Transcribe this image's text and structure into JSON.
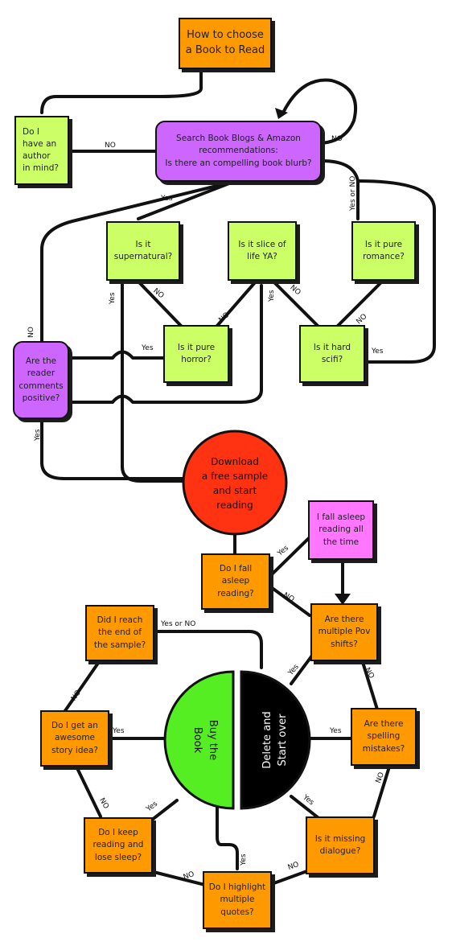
{
  "nodes": {
    "start": "How to choose\na Book to Read",
    "author": "Do I\nhave an\nauthor\nin mind?",
    "search": "Search Book Blogs & Amazon\nrecommendations:\nIs there an compelling book blurb?",
    "supernatural": "Is it\nsupernatural?",
    "slice_of_life": "Is it slice of\nlife YA?",
    "romance": "Is it pure\nromance?",
    "reader_comments": "Are the\nreader\ncomments\npositive?",
    "horror": "Is it pure\nhorror?",
    "scifi": "Is it hard\nscifi?",
    "download": "Download\na free sample\nand start\nreading",
    "fall_asleep_always": "I fall asleep\nreading all\nthe time",
    "fall_asleep": "Do I fall\nasleep\nreading?",
    "pov": "Are there\nmultiple Pov\nshifts?",
    "end_sample": "Did I reach\nthe end of\nthe sample?",
    "spelling": "Are there\nspelling\nmistakes?",
    "story_idea": "Do I get an\nawesome\nstory idea?",
    "dialogue": "Is it missing\ndialogue?",
    "keep_reading": "Do I keep\nreading and\nlose sleep?",
    "quotes": "Do I highlight\nmultiple\nquotes?",
    "buy": "Buy the\nBook",
    "delete": "Delete and\nStart over"
  },
  "edge_labels": {
    "author_no": "NO",
    "loop_no": "NO",
    "yes_or_no_right": "Yes or NO",
    "search_yes": "Yes",
    "author_down_no": "NO",
    "supernatural_yes": "Yes",
    "supernatural_no": "NO",
    "slice_no_left": "NO",
    "slice_yes": "Yes",
    "slice_no_right": "NO",
    "romance_no": "NO",
    "horror_yes": "Yes",
    "scifi_yes": "Yes",
    "comments_yes": "Yes",
    "fall_asleep_yes": "Yes",
    "fall_asleep_no": "NO",
    "end_sample_yes_or_no": "Yes or NO",
    "pov_yes": "Yes",
    "pov_no": "NO",
    "end_sample_no": "NO",
    "story_yes": "Yes",
    "spelling_yes": "Yes",
    "spelling_no": "NO",
    "story_no": "NO",
    "keep_yes": "Yes",
    "dialogue_yes": "Yes",
    "quotes_yes": "Yes",
    "keep_no": "NO",
    "dialogue_no": "NO"
  },
  "colors": {
    "orange": "#ff9900",
    "green_box": "#ccff66",
    "purple": "#cc66ff",
    "pink": "#ff77ff",
    "red_circle": "#ff3311",
    "buy_green": "#55ee22",
    "delete_black": "#000000"
  }
}
